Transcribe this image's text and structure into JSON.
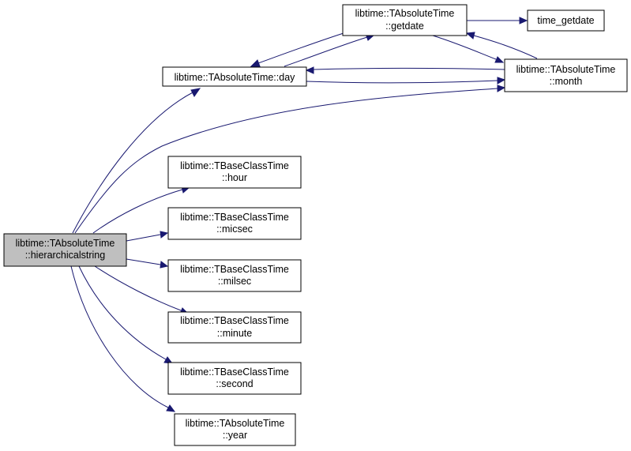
{
  "colors": {
    "edge": "#191970",
    "node_fill": "#ffffff",
    "root_fill": "#bfbfbf",
    "border": "#000000"
  },
  "nodes": {
    "hierarchicalstring": {
      "lines": [
        "libtime::TAbsoluteTime",
        "::hierarchicalstring"
      ],
      "highlighted": true
    },
    "day": {
      "lines": [
        "libtime::TAbsoluteTime::day"
      ]
    },
    "getdate": {
      "lines": [
        "libtime::TAbsoluteTime",
        "::getdate"
      ]
    },
    "time_getdate": {
      "lines": [
        "time_getdate"
      ]
    },
    "month": {
      "lines": [
        "libtime::TAbsoluteTime",
        "::month"
      ]
    },
    "hour": {
      "lines": [
        "libtime::TBaseClassTime",
        "::hour"
      ]
    },
    "micsec": {
      "lines": [
        "libtime::TBaseClassTime",
        "::micsec"
      ]
    },
    "milsec": {
      "lines": [
        "libtime::TBaseClassTime",
        "::milsec"
      ]
    },
    "minute": {
      "lines": [
        "libtime::TBaseClassTime",
        "::minute"
      ]
    },
    "second": {
      "lines": [
        "libtime::TBaseClassTime",
        "::second"
      ]
    },
    "year": {
      "lines": [
        "libtime::TAbsoluteTime",
        "::year"
      ]
    }
  },
  "edges": [
    {
      "from": "hierarchicalstring",
      "to": "day"
    },
    {
      "from": "hierarchicalstring",
      "to": "month"
    },
    {
      "from": "hierarchicalstring",
      "to": "hour"
    },
    {
      "from": "hierarchicalstring",
      "to": "micsec"
    },
    {
      "from": "hierarchicalstring",
      "to": "milsec"
    },
    {
      "from": "hierarchicalstring",
      "to": "minute"
    },
    {
      "from": "hierarchicalstring",
      "to": "second"
    },
    {
      "from": "hierarchicalstring",
      "to": "year"
    },
    {
      "from": "day",
      "to": "getdate"
    },
    {
      "from": "day",
      "to": "month"
    },
    {
      "from": "getdate",
      "to": "day"
    },
    {
      "from": "getdate",
      "to": "time_getdate"
    },
    {
      "from": "getdate",
      "to": "month"
    },
    {
      "from": "month",
      "to": "day"
    },
    {
      "from": "month",
      "to": "getdate"
    }
  ]
}
